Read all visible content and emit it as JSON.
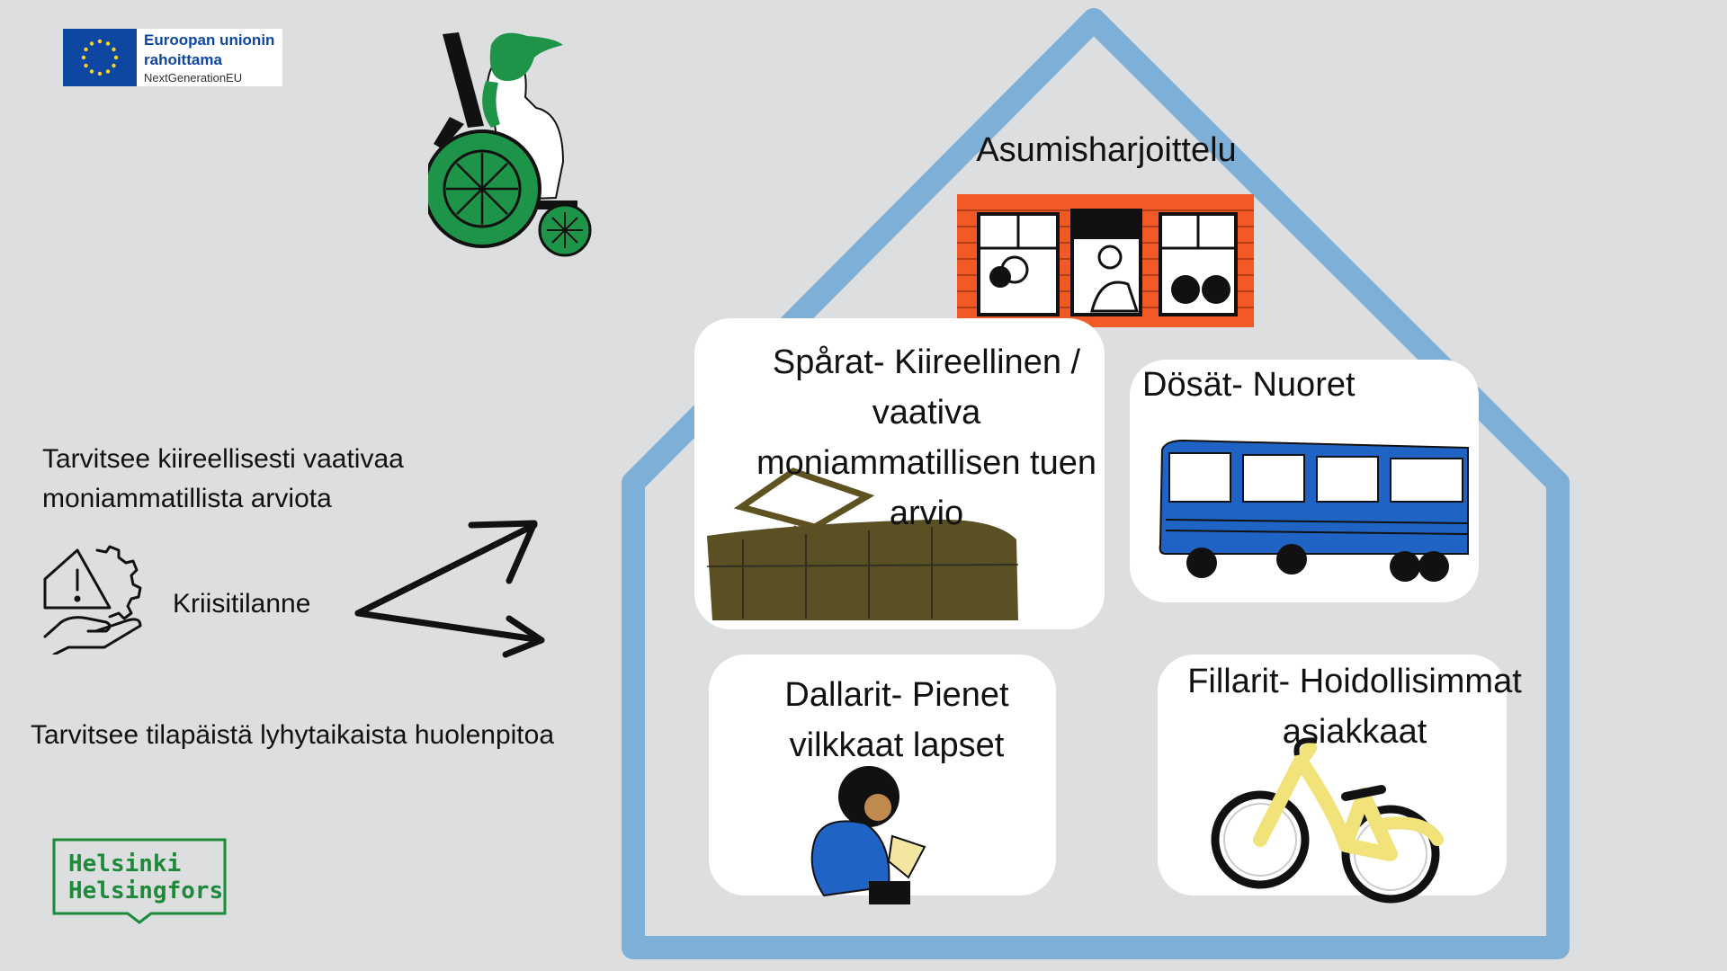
{
  "eu_logo": {
    "line1": "Euroopan unionin",
    "line2": "rahoittama",
    "line3": "NextGenerationEU",
    "flag_color": "#0e47a1"
  },
  "house": {
    "roof_label": "Asumisharjoittelu",
    "outline_color": "#7eb0d7"
  },
  "cards": {
    "sparat": {
      "lines": [
        "Spårat- Kiireellinen /",
        "vaativa",
        "moniammatillisen tuen",
        "arvio"
      ],
      "icon": "tram-icon"
    },
    "dosat": {
      "title": "Dösät- Nuoret",
      "icon": "bus-icon"
    },
    "dallarit": {
      "lines": [
        "Dallarit- Pienet",
        "vilkkaat lapset"
      ],
      "icon": "child-icon"
    },
    "fillarit": {
      "lines": [
        "Fillarit- Hoidollisimmat",
        "asiakkaat"
      ],
      "icon": "bicycle-icon"
    }
  },
  "left": {
    "top_lines": [
      "Tarvitsee kiireellisesti vaativaa",
      "moniammatillista arviota"
    ],
    "crisis_label": "Kriisitilanne",
    "bottom_text": "Tarvitsee tilapäistä lyhytaikaista huolenpitoa",
    "crisis_icon": "crisis-hand-gear-warning-icon"
  },
  "helsinki_logo": {
    "line1": "Helsinki",
    "line2": "Helsingfors",
    "color": "#1d8a3a"
  },
  "illustrations": {
    "wheelchair": "wheelchair-person-icon",
    "apartment": "apartment-windows-icon"
  }
}
